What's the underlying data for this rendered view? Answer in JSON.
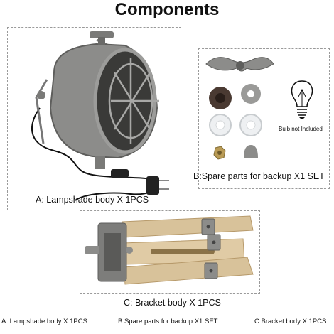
{
  "title": "Components",
  "captions": {
    "lampshade": "A: Lampshade body X 1PCS",
    "spare_parts": "B:Spare parts for backup X1 SET",
    "bracket": "C: Bracket body X 1PCS"
  },
  "bulb_note": "Bulb not Included",
  "footer": {
    "lampshade": "A: Lampshade body X 1PCS",
    "spare_parts": "B:Spare parts for backup X1 SET",
    "bracket": "C:Bracket body X 1PCS"
  },
  "colors": {
    "metal": "#8c8c8a",
    "metal_dark": "#5e5e5c",
    "wood": "#d8c29a",
    "wood_dark": "#b79a6b",
    "cable": "#111111"
  },
  "icons": [
    "lamp-head-icon",
    "spare-parts-icon",
    "lightbulb-icon",
    "tripod-bracket-icon"
  ]
}
